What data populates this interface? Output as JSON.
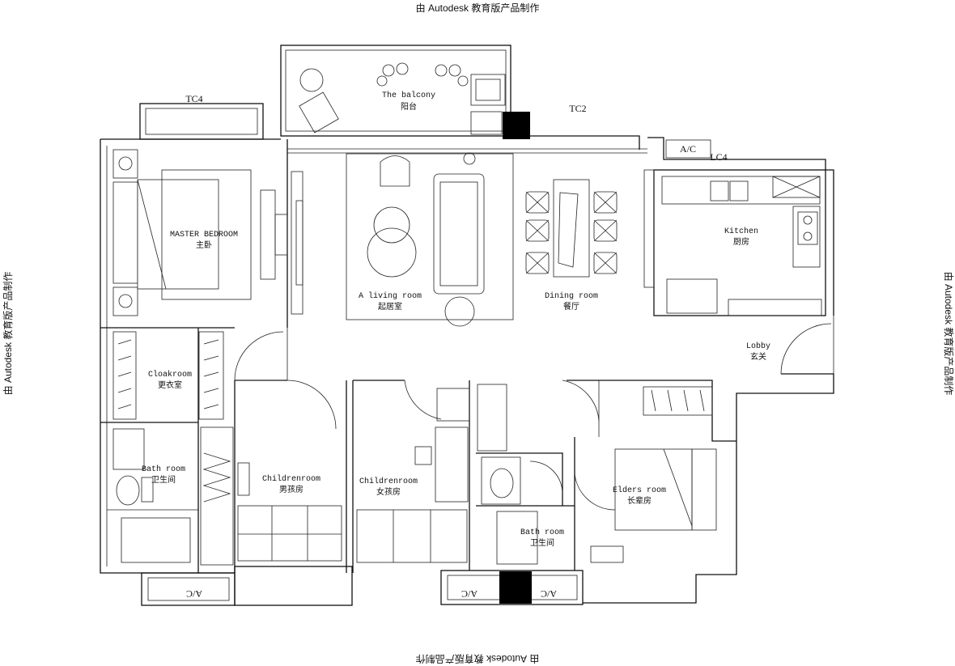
{
  "watermark": {
    "top": "由 Autodesk 教育版产品制作",
    "bottom": "由 Autodesk 教育版产品制作",
    "left": "由 Autodesk 教育版产品制作",
    "right": "由 Autodesk 教育版产品制作"
  },
  "rooms": {
    "balcony": {
      "en": "The balcony",
      "zh": "阳台"
    },
    "master_bedroom": {
      "en": "MASTER BEDROOM",
      "zh": "主卧"
    },
    "living_room": {
      "en": "A living room",
      "zh": "起居室"
    },
    "dining_room": {
      "en": "Dining room",
      "zh": "餐厅"
    },
    "kitchen": {
      "en": "Kitchen",
      "zh": "厨房"
    },
    "lobby": {
      "en": "Lobby",
      "zh": "玄关"
    },
    "cloakroom": {
      "en": "Cloakroom",
      "zh": "更衣室"
    },
    "bath_left": {
      "en": "Bath room",
      "zh": "卫生间"
    },
    "children_boy": {
      "en": "Childrenroom",
      "zh": "男孩房"
    },
    "children_girl": {
      "en": "Childrenroom",
      "zh": "女孩房"
    },
    "bath_center": {
      "en": "Bath room",
      "zh": "卫生间"
    },
    "elders_room": {
      "en": "Elders room",
      "zh": "长辈房"
    }
  },
  "tags": {
    "tc4_top": "TC4",
    "tc2": "TC2",
    "lc4": "LC4",
    "ac_top": "A/C",
    "ac_bottom_left": "A/C",
    "ac_bottom_center": "A/C",
    "ac_bottom_right": "A/C"
  }
}
